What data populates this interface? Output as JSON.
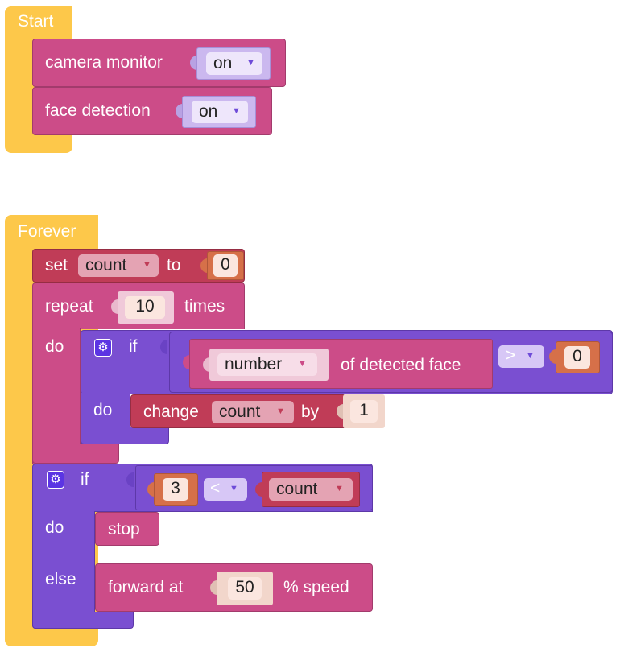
{
  "start_block": {
    "label": "Start",
    "camera": {
      "label": "camera monitor",
      "value": "on"
    },
    "face": {
      "label": "face detection",
      "value": "on"
    }
  },
  "forever_block": {
    "label": "Forever",
    "set_block": {
      "label_set": "set",
      "variable": "count",
      "label_to": "to",
      "value": "0"
    },
    "repeat_block": {
      "label_repeat": "repeat",
      "times": "10",
      "label_times": "times",
      "label_do": "do"
    },
    "inner_if": {
      "label_if": "if",
      "number_dropdown": "number",
      "of_detected_face": "of detected face",
      "operator": ">",
      "compare_value": "0",
      "label_do": "do",
      "change_block": {
        "label_change": "change",
        "variable": "count",
        "label_by": "by",
        "value": "1"
      }
    },
    "outer_if": {
      "label_if": "if",
      "left_value": "3",
      "operator": "<",
      "right_variable": "count",
      "label_do": "do",
      "stop_label": "stop",
      "label_else": "else",
      "forward": {
        "label_forward": "forward at",
        "speed": "50",
        "label_speed": "% speed"
      }
    }
  },
  "colors": {
    "event": "#fdc84a",
    "robot_pink": "#cc4c88",
    "variable_red": "#c03c57",
    "logic_purple": "#7a4fd1",
    "number_orange": "#d67049"
  },
  "icons": [
    "gear-icon",
    "dropdown-arrow-icon"
  ]
}
